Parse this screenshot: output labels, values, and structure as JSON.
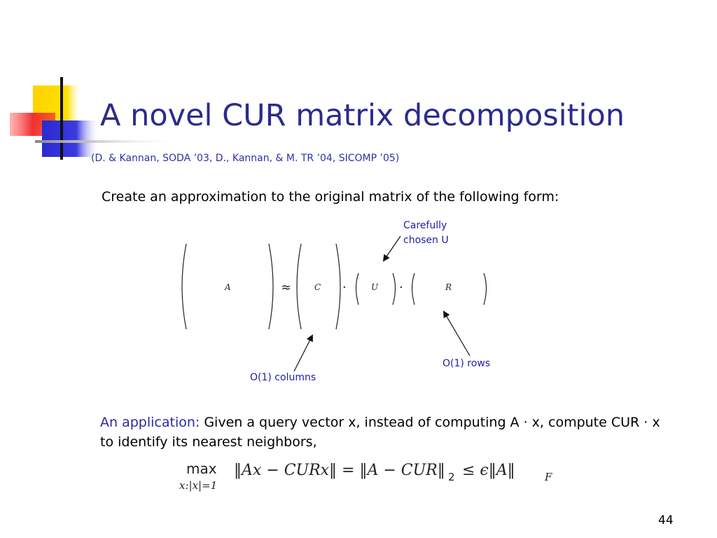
{
  "slide": {
    "title": "A novel CUR matrix decomposition",
    "subtitle": "(D. & Kannan, SODA ’03, D., Kannan, & M. TR ’04, SICOMP ’05)",
    "intro": "Create an approximation to the original matrix of the following form:",
    "page_number": "44"
  },
  "diagram": {
    "matrix_A": "A",
    "approx_symbol": "≈",
    "matrix_C": "C",
    "dot": "·",
    "matrix_U": "U",
    "matrix_R": "R",
    "annotation_u_line1": "Carefully",
    "annotation_u_line2": "chosen U",
    "annotation_rows": "O(1) rows",
    "annotation_cols": "O(1) columns"
  },
  "application": {
    "label": "An application:",
    "text": " Given a query vector x, instead of computing A · x, compute CUR · x to identify its nearest neighbors,"
  },
  "formula": {
    "max": "max",
    "subscript": "x:|x|=1",
    "expr_left": "‖Ax − CURx‖ = ‖A − CUR‖",
    "sub2": "2",
    "le": "≤ ϵ‖A‖",
    "subF": "F"
  },
  "colors": {
    "title": "#2b2b8f",
    "annotation": "#2020a8",
    "deco_yellow": "#ffd700",
    "deco_blue": "#2b2bd6",
    "deco_red": "#f04040"
  }
}
